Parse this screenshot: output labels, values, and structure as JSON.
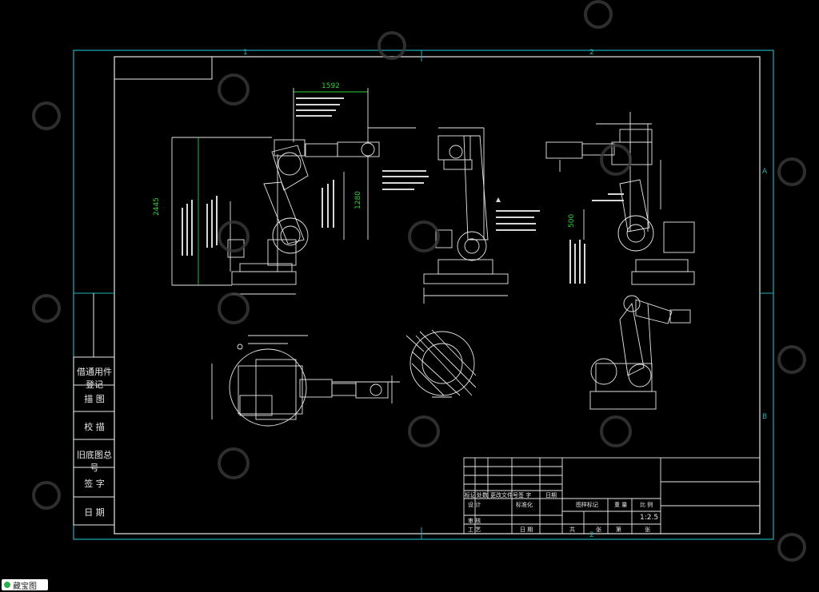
{
  "drawing": {
    "zones": {
      "top_1": "1",
      "top_2": "2",
      "bottom_2": "2",
      "right_a": "A",
      "right_b": "B"
    },
    "dims": {
      "d1592": "1592",
      "d2445": "2445",
      "d1280": "1280",
      "d500": "500"
    },
    "side_labels": [
      "借通用件登记",
      "描 图",
      "校 描",
      "旧底图总号",
      "签 字",
      "日 期"
    ],
    "title_block": {
      "row_a": [
        "标记",
        "处数",
        "更改文件号",
        "签 字",
        "日期"
      ],
      "row_b": [
        "设 计",
        "标准化",
        "图样标记",
        "重 量",
        "比 例"
      ],
      "row_c": [
        "审 核"
      ],
      "row_d": [
        "工 艺",
        "日 期",
        "共",
        "张",
        "第",
        "张"
      ],
      "scale": "1:2.5"
    }
  },
  "badge": {
    "label": "藏宝图"
  }
}
